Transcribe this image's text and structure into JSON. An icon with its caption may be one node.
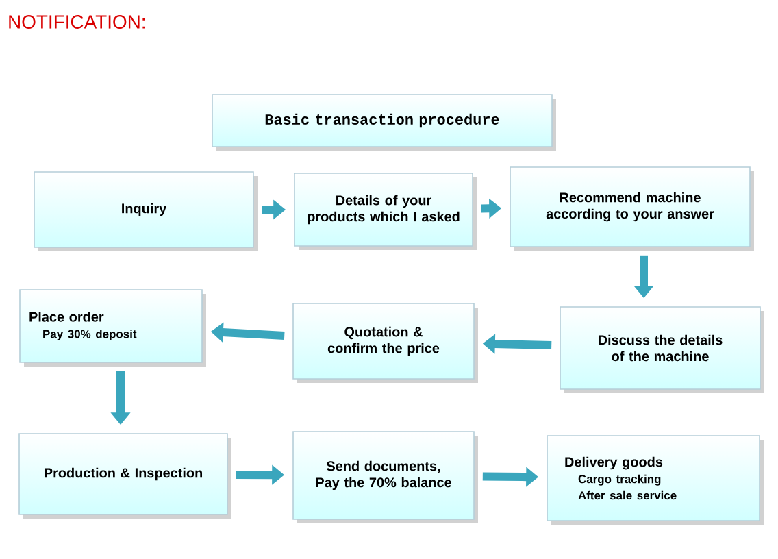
{
  "diagram": {
    "title": "NOTIFICATION:",
    "nodes": [
      {
        "text": [
          "Basic transaction procedure"
        ]
      },
      {
        "text": [
          "Inquiry"
        ]
      },
      {
        "text": [
          "Details of your products which I asked"
        ]
      },
      {
        "text": [
          "Recommend machine according to your answer"
        ]
      },
      {
        "text": [
          "Place order",
          "Pay 30% deposit"
        ]
      },
      {
        "text": [
          "Quotation & confirm the price"
        ]
      },
      {
        "text": [
          "Discuss the details of the machine"
        ]
      },
      {
        "text": [
          "Production & Inspection"
        ]
      },
      {
        "text": [
          "Send documents, Pay the 70% balance"
        ]
      },
      {
        "text": [
          "Delivery goods",
          "Cargo tracking",
          "After sale service"
        ]
      }
    ],
    "edges": [
      {
        "from": 1,
        "to": 2,
        "arrow": "to"
      },
      {
        "from": 2,
        "to": 3,
        "arrow": "to"
      },
      {
        "from": 3,
        "to": 6,
        "arrow": "to"
      },
      {
        "from": 6,
        "to": 5,
        "arrow": "to"
      },
      {
        "from": 5,
        "to": 4,
        "arrow": "to"
      },
      {
        "from": 4,
        "to": 7,
        "arrow": "to"
      },
      {
        "from": 7,
        "to": 8,
        "arrow": "to"
      },
      {
        "from": 8,
        "to": 9,
        "arrow": "to"
      }
    ]
  }
}
